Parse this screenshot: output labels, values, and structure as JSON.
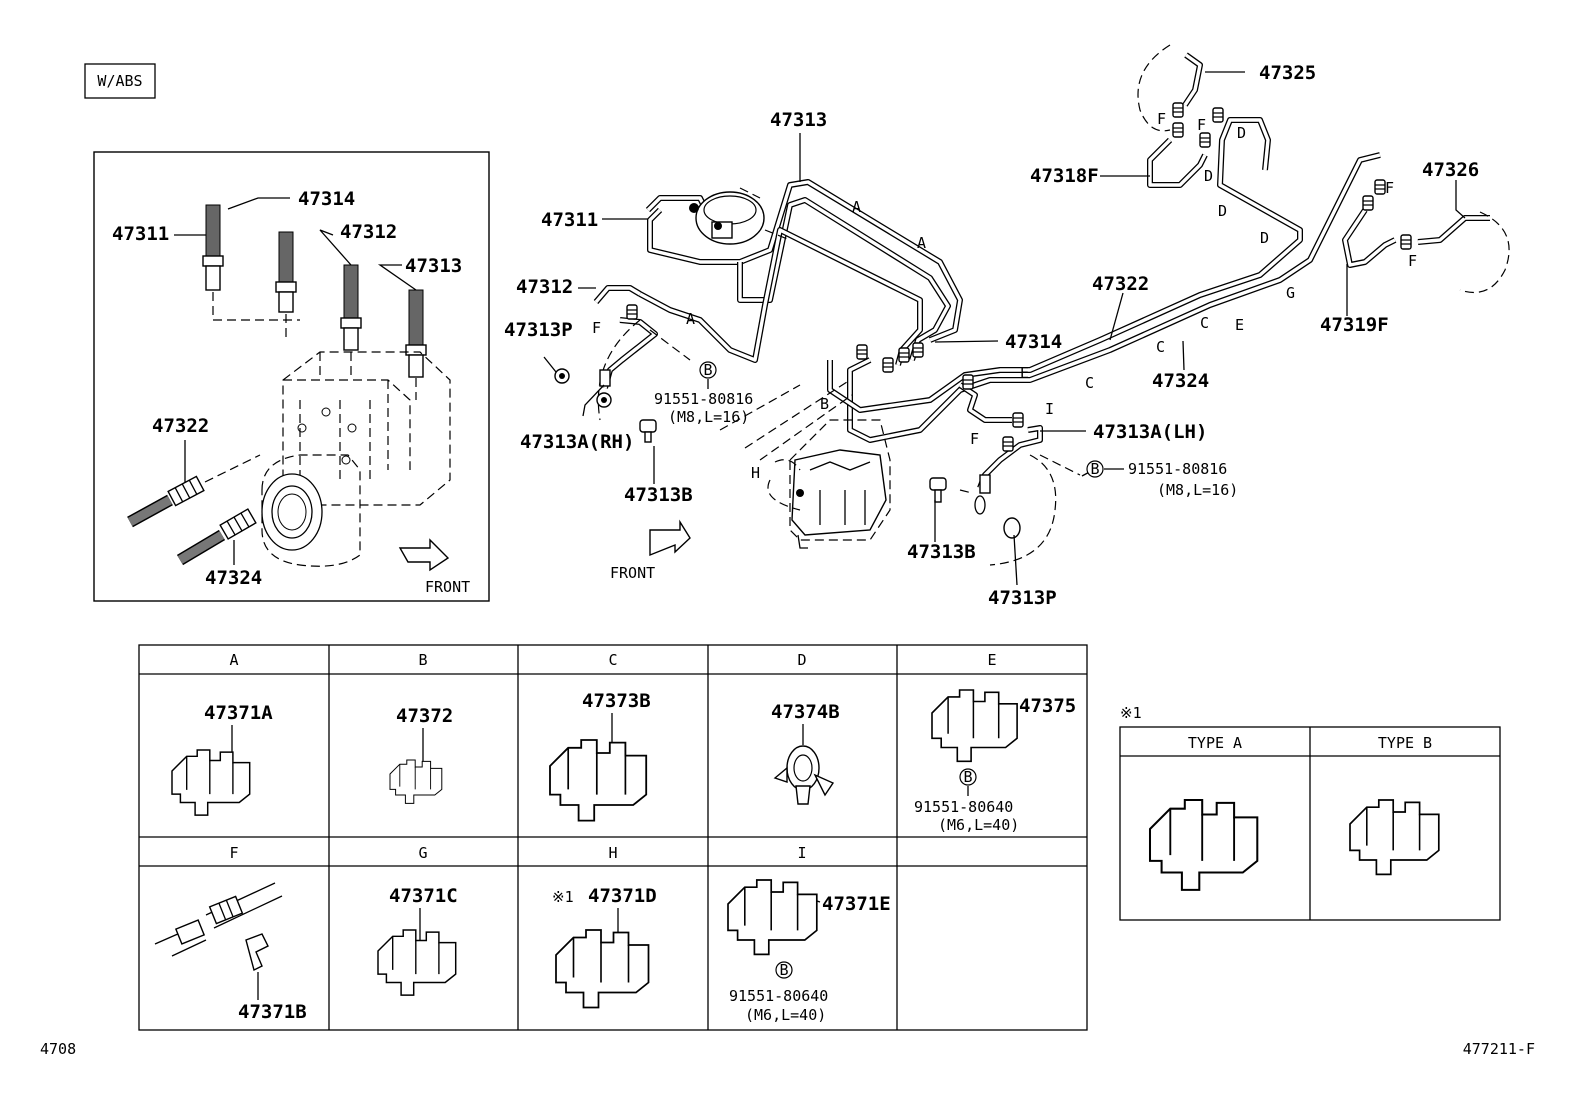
{
  "header": {
    "variant_label": "W/ABS"
  },
  "inset": {
    "labels": {
      "p47311": "47311",
      "p47314": "47314",
      "p47312": "47312",
      "p47313": "47313",
      "p47322": "47322",
      "p47324": "47324"
    },
    "front_label": "FRONT"
  },
  "main": {
    "parts": {
      "p47313": "47313",
      "p47311": "47311",
      "p47312": "47312",
      "p47313p_l": "47313P",
      "p47313a_rh": "47313A(RH)",
      "p47313b_l": "47313B",
      "bolt_l": "91551-80816",
      "bolt_l_spec": "(M8,L=16)",
      "p47325": "47325",
      "p47318f": "47318F",
      "p47326": "47326",
      "p47319f": "47319F",
      "p47322": "47322",
      "p47324": "47324",
      "p47314": "47314",
      "p47313a_lh": "47313A(LH)",
      "bolt_r": "91551-80816",
      "bolt_r_spec": "(M8,L=16)",
      "p47313b_r": "47313B",
      "p47313p_r": "47313P"
    },
    "front_label": "FRONT",
    "bolt_marker": "B",
    "clamp_letters": {
      "a": "A",
      "b": "B",
      "c": "C",
      "d": "D",
      "e": "E",
      "f": "F",
      "g": "G",
      "h": "H",
      "i": "I"
    }
  },
  "clamp_table": {
    "headers_row1": [
      "A",
      "B",
      "C",
      "D",
      "E"
    ],
    "headers_row2": [
      "F",
      "G",
      "H",
      "I"
    ],
    "parts": {
      "a": "47371A",
      "b": "47372",
      "c": "47373B",
      "d": "47374B",
      "e": "47375",
      "e_bolt": "91551-80640",
      "e_bolt_spec": "(M6,L=40)",
      "g": "47371C",
      "h_note": "※1",
      "h": "47371D",
      "i": "47371E",
      "i_bolt": "91551-80640",
      "i_bolt_spec": "(M6,L=40)",
      "f": "47371B"
    }
  },
  "type_table": {
    "note": "※1",
    "headers": [
      "TYPE A",
      "TYPE B"
    ]
  },
  "footer": {
    "left_code": "4708",
    "right_code": "477211-F"
  }
}
